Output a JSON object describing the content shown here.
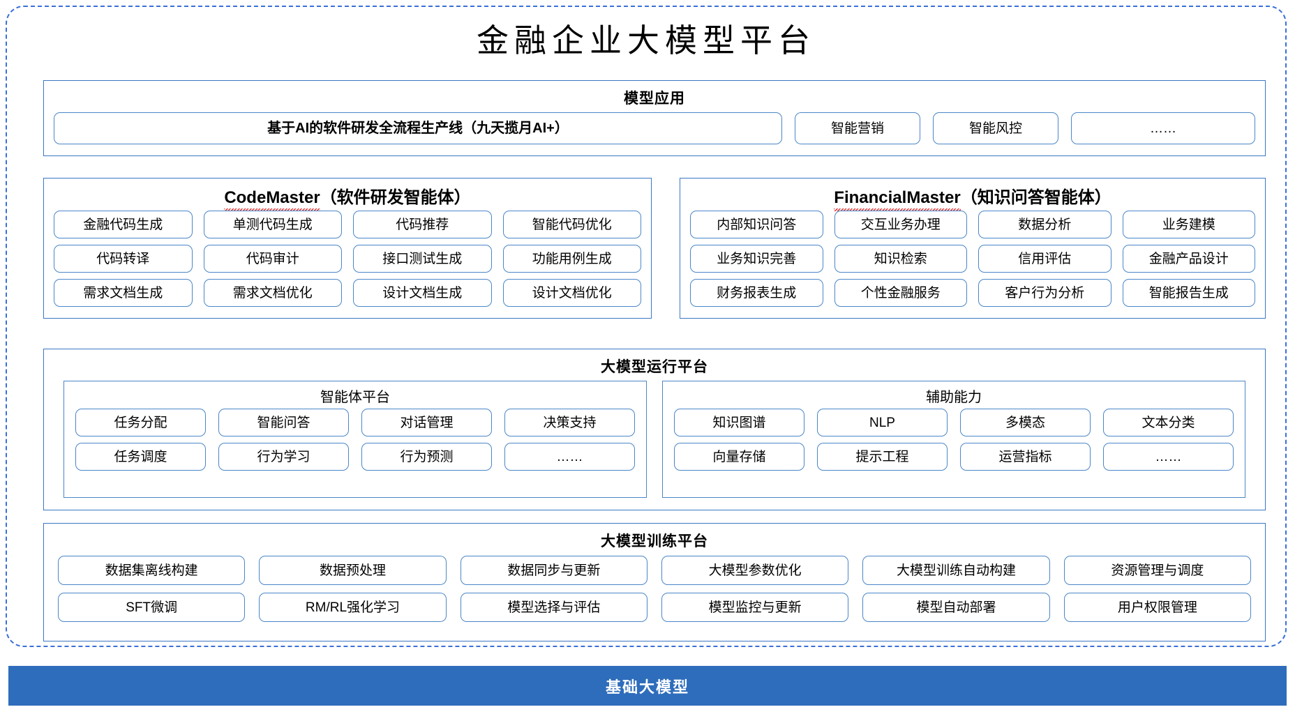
{
  "title": "金融企业大模型平台",
  "model_application": {
    "heading": "模型应用",
    "items": [
      "基于AI的软件研发全流程生产线（九天揽月AI+）",
      "智能营销",
      "智能风控",
      "……"
    ]
  },
  "agents": [
    {
      "name_en": "CodeMaster",
      "name_cn": "（软件研发智能体）",
      "items": [
        "金融代码生成",
        "单测代码生成",
        "代码推荐",
        "智能代码优化",
        "代码转译",
        "代码审计",
        "接口测试生成",
        "功能用例生成",
        "需求文档生成",
        "需求文档优化",
        "设计文档生成",
        "设计文档优化"
      ]
    },
    {
      "name_en": "FinancialMaster",
      "name_cn": "（知识问答智能体）",
      "items": [
        "内部知识问答",
        "交互业务办理",
        "数据分析",
        "业务建模",
        "业务知识完善",
        "知识检索",
        "信用评估",
        "金融产品设计",
        "财务报表生成",
        "个性金融服务",
        "客户行为分析",
        "智能报告生成"
      ]
    }
  ],
  "runtime_platform": {
    "heading": "大模型运行平台",
    "sub_panels": [
      {
        "heading": "智能体平台",
        "items": [
          "任务分配",
          "智能问答",
          "对话管理",
          "决策支持",
          "任务调度",
          "行为学习",
          "行为预测",
          "……"
        ]
      },
      {
        "heading": "辅助能力",
        "items": [
          "知识图谱",
          "NLP",
          "多模态",
          "文本分类",
          "向量存储",
          "提示工程",
          "运营指标",
          "……"
        ]
      }
    ]
  },
  "training_platform": {
    "heading": "大模型训练平台",
    "items": [
      "数据集离线构建",
      "数据预处理",
      "数据同步与更新",
      "大模型参数优化",
      "大模型训练自动构建",
      "资源管理与调度",
      "SFT微调",
      "RM/RL强化学习",
      "模型选择与评估",
      "模型监控与更新",
      "模型自动部署",
      "用户权限管理"
    ]
  },
  "base_model": {
    "label": "基础大模型"
  },
  "colors": {
    "base_bar": "#2e6dbc",
    "panel_border": "#3a76c4",
    "chip_border": "#4a86c8",
    "outer_dashed": "#3a6fd8",
    "spellcheck_red": "#e03030"
  }
}
